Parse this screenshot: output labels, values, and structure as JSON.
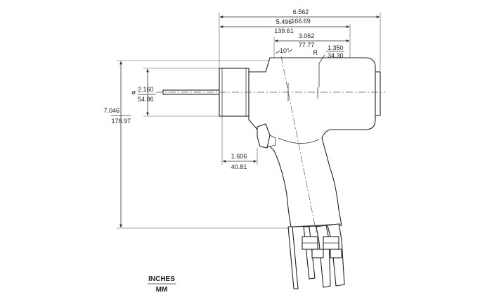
{
  "dimensions": {
    "overall_length": {
      "inches": "6.562",
      "mm": "166.69"
    },
    "length_to_nose": {
      "inches": "5.496",
      "mm": "139.61"
    },
    "handle_offset": {
      "inches": "3.062",
      "mm": "77.77"
    },
    "radius": {
      "prefix": "R",
      "inches": "1.350",
      "mm": "34.30"
    },
    "angle": "10°",
    "nose_diameter": {
      "prefix": "ø",
      "inches": "2.160",
      "mm": "54.86"
    },
    "overall_height": {
      "inches": "7.046",
      "mm": "178.97"
    },
    "nose_to_handle": {
      "inches": "1.606",
      "mm": "40.81"
    }
  },
  "legend": {
    "top": "INCHES",
    "bottom": "MM"
  },
  "colors": {
    "line": "#333333",
    "background": "#ffffff"
  }
}
